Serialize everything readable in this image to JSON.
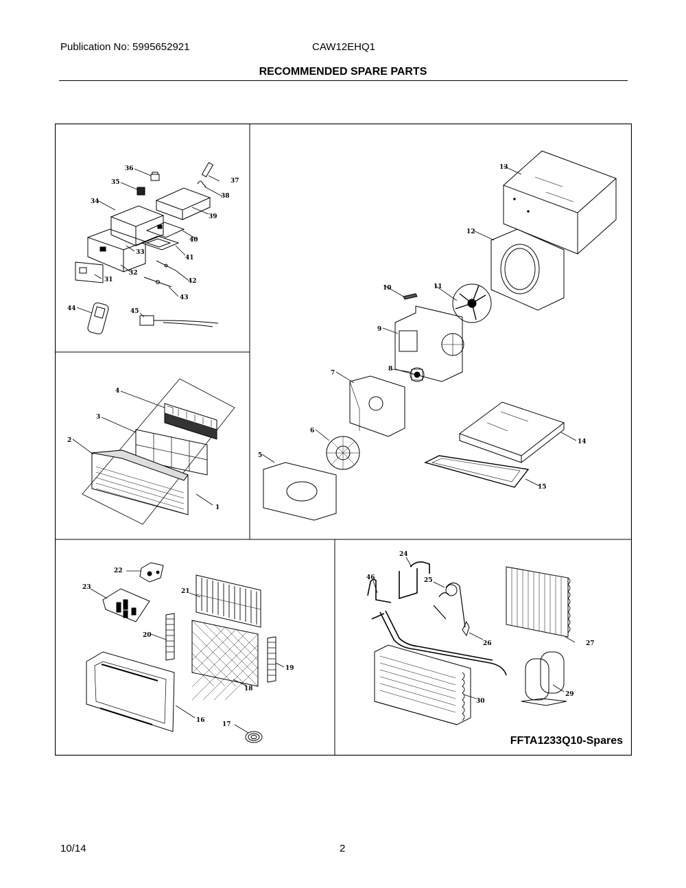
{
  "header": {
    "publication": "Publication No: 5995652921",
    "model": "CAW12EHQ1",
    "title": "RECOMMENDED SPARE PARTS"
  },
  "footer": {
    "date": "10/14",
    "page": "2"
  },
  "diagram": {
    "id_label": "FFTA1233Q10-Spares",
    "callouts": {
      "n1": "1",
      "n2": "2",
      "n3": "3",
      "n4": "4",
      "n5": "5",
      "n6": "6",
      "n7": "7",
      "n8": "8",
      "n9": "9",
      "n10": "10",
      "n11": "11",
      "n12": "12",
      "n13": "13",
      "n14": "14",
      "n15": "15",
      "n16": "16",
      "n17": "17",
      "n18": "18",
      "n19": "19",
      "n20": "20",
      "n21": "21",
      "n22": "22",
      "n23": "23",
      "n24": "24",
      "n25": "25",
      "n26": "26",
      "n27": "27",
      "n29": "29",
      "n30": "30",
      "n31": "31",
      "n32": "32",
      "n33": "33",
      "n34": "34",
      "n35": "35",
      "n36": "36",
      "n37": "37",
      "n38": "38",
      "n39": "39",
      "n40": "40",
      "n41": "41",
      "n42": "42",
      "n43": "43",
      "n44": "44",
      "n45": "45",
      "n46": "46"
    }
  }
}
